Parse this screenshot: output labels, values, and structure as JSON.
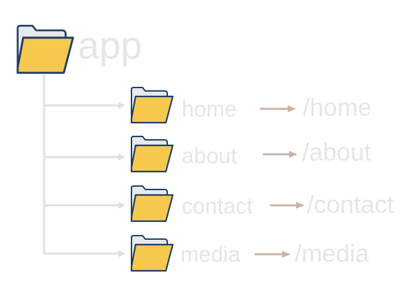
{
  "root": {
    "name": "app",
    "icon": "folder-open-icon"
  },
  "routes": [
    {
      "folder": "home",
      "path": "/home",
      "icon": "folder-open-icon"
    },
    {
      "folder": "about",
      "path": "/about",
      "icon": "folder-open-icon"
    },
    {
      "folder": "contact",
      "path": "/contact",
      "icon": "folder-open-icon"
    },
    {
      "folder": "media",
      "path": "/media",
      "icon": "folder-open-icon"
    }
  ],
  "colors": {
    "folder_fill": "#f6c94e",
    "folder_back": "#e6e9ee",
    "folder_stroke": "#1f3f66",
    "connector": "#e0e0e0",
    "arrow": "#c9b3a8",
    "text": "#e6e6e6"
  }
}
